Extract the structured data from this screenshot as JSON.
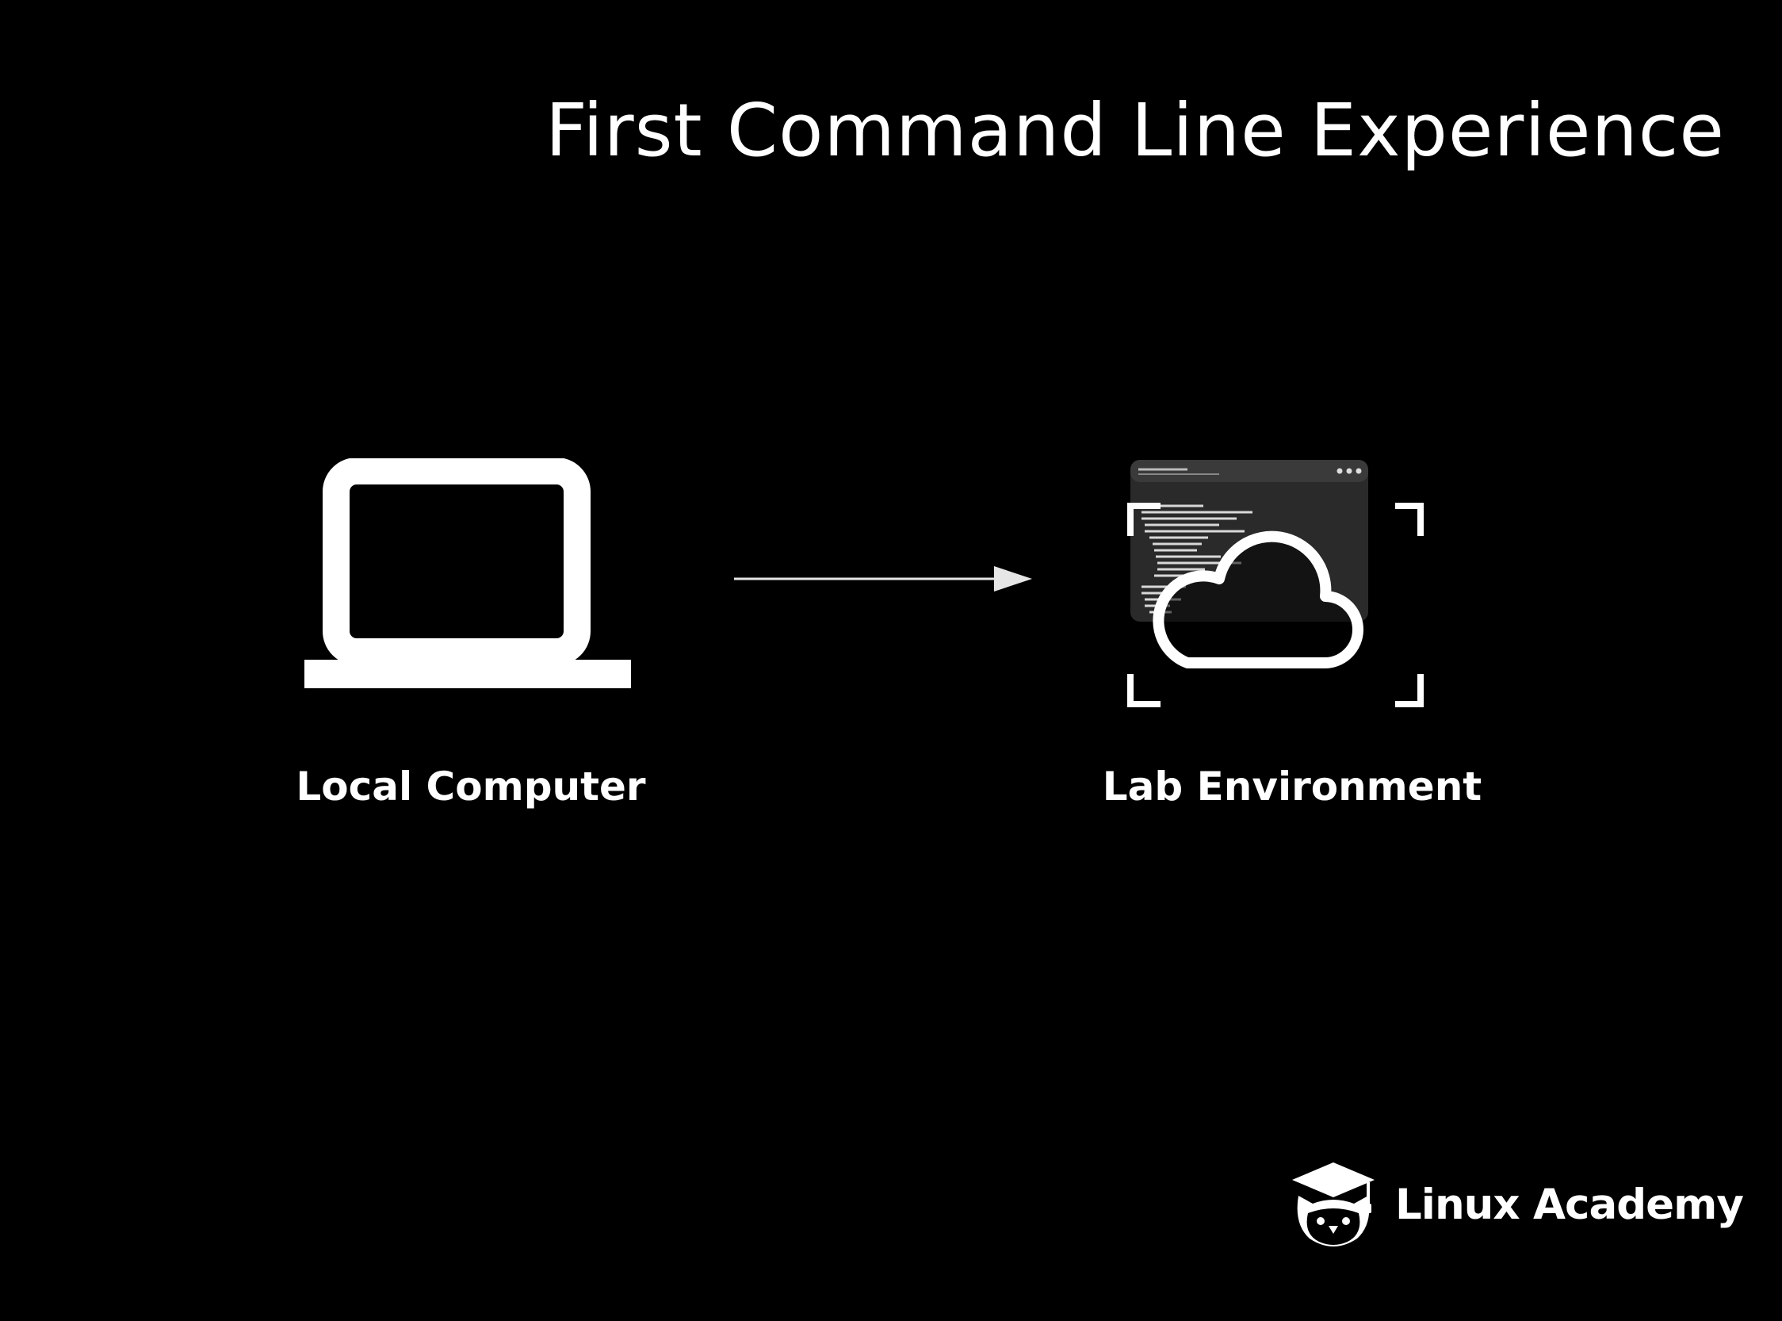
{
  "title": "First Command Line Experience",
  "nodes": [
    {
      "label": "Local Computer",
      "icon": "laptop-icon"
    },
    {
      "label": "Lab Environment",
      "icon": "cloud-terminal-icon"
    }
  ],
  "edge": {
    "from": "Local Computer",
    "to": "Lab Environment",
    "type": "arrow"
  },
  "brand": {
    "name": "Linux Academy",
    "icon": "owl-graduation-cap-logo"
  },
  "colors": {
    "background": "#000000",
    "foreground": "#ffffff",
    "arrow": "#e6e6e6",
    "terminal_window": "#2a2a2a"
  }
}
